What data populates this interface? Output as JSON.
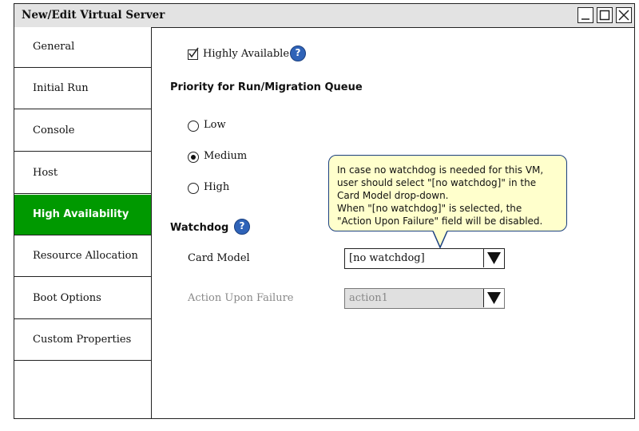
{
  "window": {
    "title": "New/Edit Virtual Server"
  },
  "sidebar": {
    "items": [
      {
        "label": "General"
      },
      {
        "label": "Initial Run"
      },
      {
        "label": "Console"
      },
      {
        "label": "Host"
      },
      {
        "label": "High Availability",
        "active": true
      },
      {
        "label": "Resource Allocation"
      },
      {
        "label": "Boot Options"
      },
      {
        "label": "Custom Properties"
      }
    ]
  },
  "main": {
    "highly_available": {
      "label": "Highly Available",
      "checked": true
    },
    "priority": {
      "heading": "Priority for Run/Migration Queue",
      "options": [
        {
          "label": "Low",
          "selected": false
        },
        {
          "label": "Medium",
          "selected": true
        },
        {
          "label": "High",
          "selected": false
        }
      ]
    },
    "watchdog": {
      "heading": "Watchdog",
      "card_model": {
        "label": "Card Model",
        "value": "[no watchdog]"
      },
      "action_upon_failure": {
        "label": "Action Upon Failure",
        "value": "action1",
        "disabled": true
      }
    },
    "help_icon_glyph": "?",
    "tooltip": {
      "lines": [
        "In case no watchdog is needed for this VM,",
        "user should select \"[no watchdog]\" in the",
        "Card Model drop-down.",
        "When \"[no watchdog]\" is selected, the",
        "\"Action Upon Failure\" field will be disabled."
      ]
    }
  },
  "colors": {
    "active_tab": "#009900",
    "help_icon": "#2f63b8",
    "tooltip_bg": "#ffffcc"
  },
  "icons": {
    "window_controls": [
      "minimize-icon",
      "maximize-icon",
      "close-icon"
    ],
    "help": "question-mark-icon",
    "dropdown": "triangle-down-icon"
  }
}
